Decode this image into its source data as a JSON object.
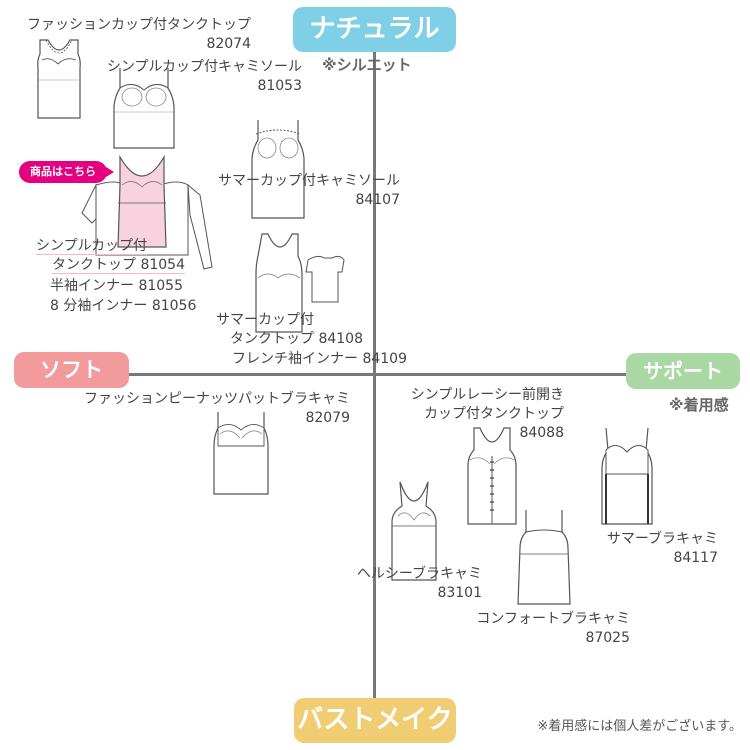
{
  "axes": {
    "top": "ナチュラル",
    "top_note": "※シルエット",
    "left": "ソフト",
    "right": "サポート",
    "right_note": "※着用感",
    "bottom": "バストメイク"
  },
  "footnote": "※着用感には個人差がございます。",
  "badge": "商品はこちら",
  "colors": {
    "top": "#7fcfe6",
    "left": "#f29a9c",
    "right": "#a9d8a4",
    "bottom": "#f0cd73",
    "badge": "#e5007f",
    "highlight": "#f8d3df"
  },
  "products": {
    "p82074": {
      "name": "ファッションカップ付タンクトップ",
      "code": "82074"
    },
    "p81053": {
      "name": "シンプルカップ付キャミソール",
      "code": "81053"
    },
    "p84107": {
      "name": "サマーカップ付キャミソール",
      "code": "84107"
    },
    "p81054": {
      "name1": "シンプルカップ付",
      "name2": "タンクトップ",
      "code": "81054"
    },
    "p81055": {
      "name": "半袖インナー",
      "code": "81055"
    },
    "p81056": {
      "name": "8 分袖インナー",
      "code": "81056"
    },
    "p84108": {
      "name1": "サマーカップ付",
      "name2": "タンクトップ",
      "code": "84108"
    },
    "p84109": {
      "name": "フレンチ袖インナー",
      "code": "84109"
    },
    "p82079": {
      "name": "ファッションピーナッツパットブラキャミ",
      "code": "82079"
    },
    "p84088": {
      "name1": "シンプルレーシー前開き",
      "name2": "カップ付タンクトップ",
      "code": "84088"
    },
    "p84117": {
      "name": "サマーブラキャミ",
      "code": "84117"
    },
    "p83101": {
      "name": "ヘルシーブラキャミ",
      "code": "83101"
    },
    "p87025": {
      "name": "コンフォートブラキャミ",
      "code": "87025"
    }
  }
}
